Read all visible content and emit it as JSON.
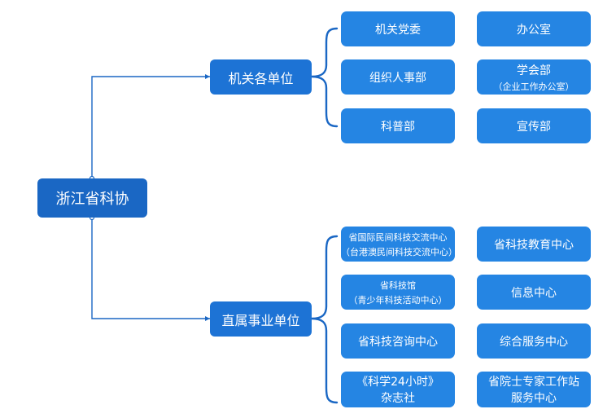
{
  "root": {
    "label": "浙江省科协"
  },
  "branches": [
    {
      "label": "机关各单位",
      "children": [
        {
          "lines": [
            "机关党委"
          ]
        },
        {
          "lines": [
            "办公室"
          ]
        },
        {
          "lines": [
            "组织人事部"
          ]
        },
        {
          "lines": [
            "学会部",
            "（企业工作办公室）"
          ]
        },
        {
          "lines": [
            "科普部"
          ]
        },
        {
          "lines": [
            "宣传部"
          ]
        }
      ]
    },
    {
      "label": "直属事业单位",
      "children": [
        {
          "lines": [
            "省国际民间科技交流中心",
            "（台港澳民间科技交流中心）"
          ]
        },
        {
          "lines": [
            "省科技教育中心"
          ]
        },
        {
          "lines": [
            "省科技馆",
            "（青少年科技活动中心）"
          ]
        },
        {
          "lines": [
            "信息中心"
          ]
        },
        {
          "lines": [
            "省科技咨询中心"
          ]
        },
        {
          "lines": [
            "综合服务中心"
          ]
        },
        {
          "lines": [
            "《科学24小时》",
            "杂志社"
          ]
        },
        {
          "lines": [
            "省院士专家工作站",
            "服务中心"
          ]
        }
      ]
    }
  ],
  "colors": {
    "root": "#1a67c4",
    "branch": "#1d73d5",
    "leaf": "#2585e3",
    "line": "#1a67c4"
  }
}
